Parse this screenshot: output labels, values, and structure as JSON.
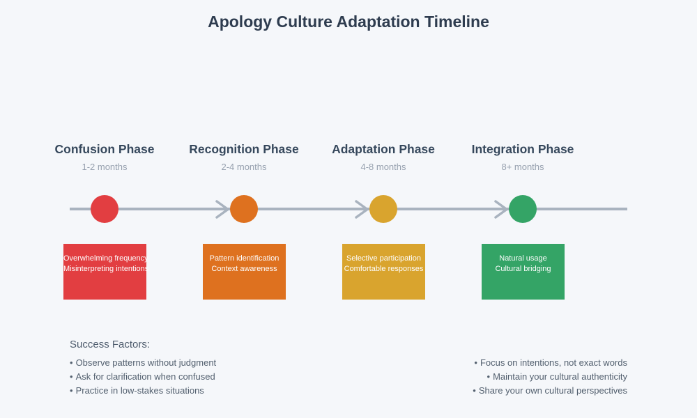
{
  "title": "Apology Culture Adaptation Timeline",
  "phases": [
    {
      "name": "Confusion Phase",
      "duration": "1-2 months",
      "color": "#e23e41",
      "behaviors": [
        "Overwhelming frequency",
        "Misinterpreting intentions"
      ]
    },
    {
      "name": "Recognition Phase",
      "duration": "2-4 months",
      "color": "#de711f",
      "behaviors": [
        "Pattern identification",
        "Context awareness"
      ]
    },
    {
      "name": "Adaptation Phase",
      "duration": "4-8 months",
      "color": "#d9a42e",
      "behaviors": [
        "Selective participation",
        "Comfortable responses"
      ]
    },
    {
      "name": "Integration Phase",
      "duration": "8+ months",
      "color": "#34a466",
      "behaviors": [
        "Natural usage",
        "Cultural bridging"
      ]
    }
  ],
  "success_factors": {
    "heading": "Success Factors:",
    "bullet": "•",
    "left": [
      "Observe patterns without judgment",
      "Ask for clarification when confused",
      "Practice in low-stakes situations"
    ],
    "right": [
      "Focus on intentions, not exact words",
      "Maintain your cultural authenticity",
      "Share your own cultural perspectives"
    ]
  },
  "colors": {
    "background": "#f5f7fa",
    "title_text": "#2e3c4f",
    "phase_text": "#36485c",
    "muted_text": "#97a1af",
    "body_text": "#53606f",
    "timeline": "#a9b3bf",
    "box_text": "#ffffff"
  }
}
